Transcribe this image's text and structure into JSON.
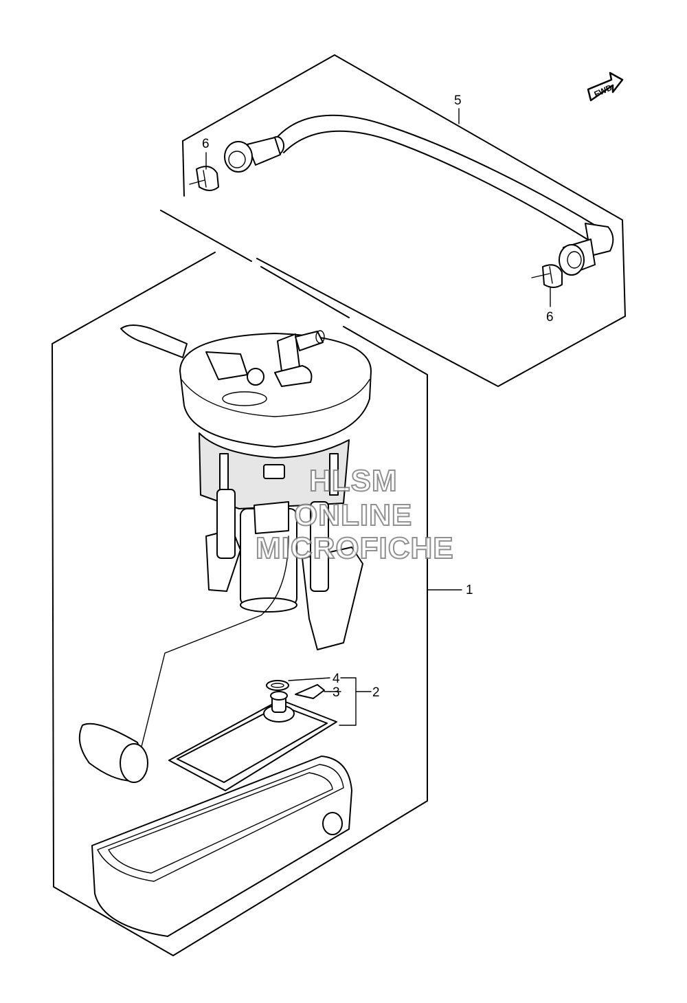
{
  "callouts": {
    "c1": "1",
    "c2": "2",
    "c3": "3",
    "c4": "4",
    "c5": "5",
    "c6_top": "6",
    "c6_bottom": "6"
  },
  "fwd_label": "FWD",
  "watermark": {
    "line1": "HLSM",
    "line2": "ONLINE",
    "line3": "MICROFICHE"
  }
}
